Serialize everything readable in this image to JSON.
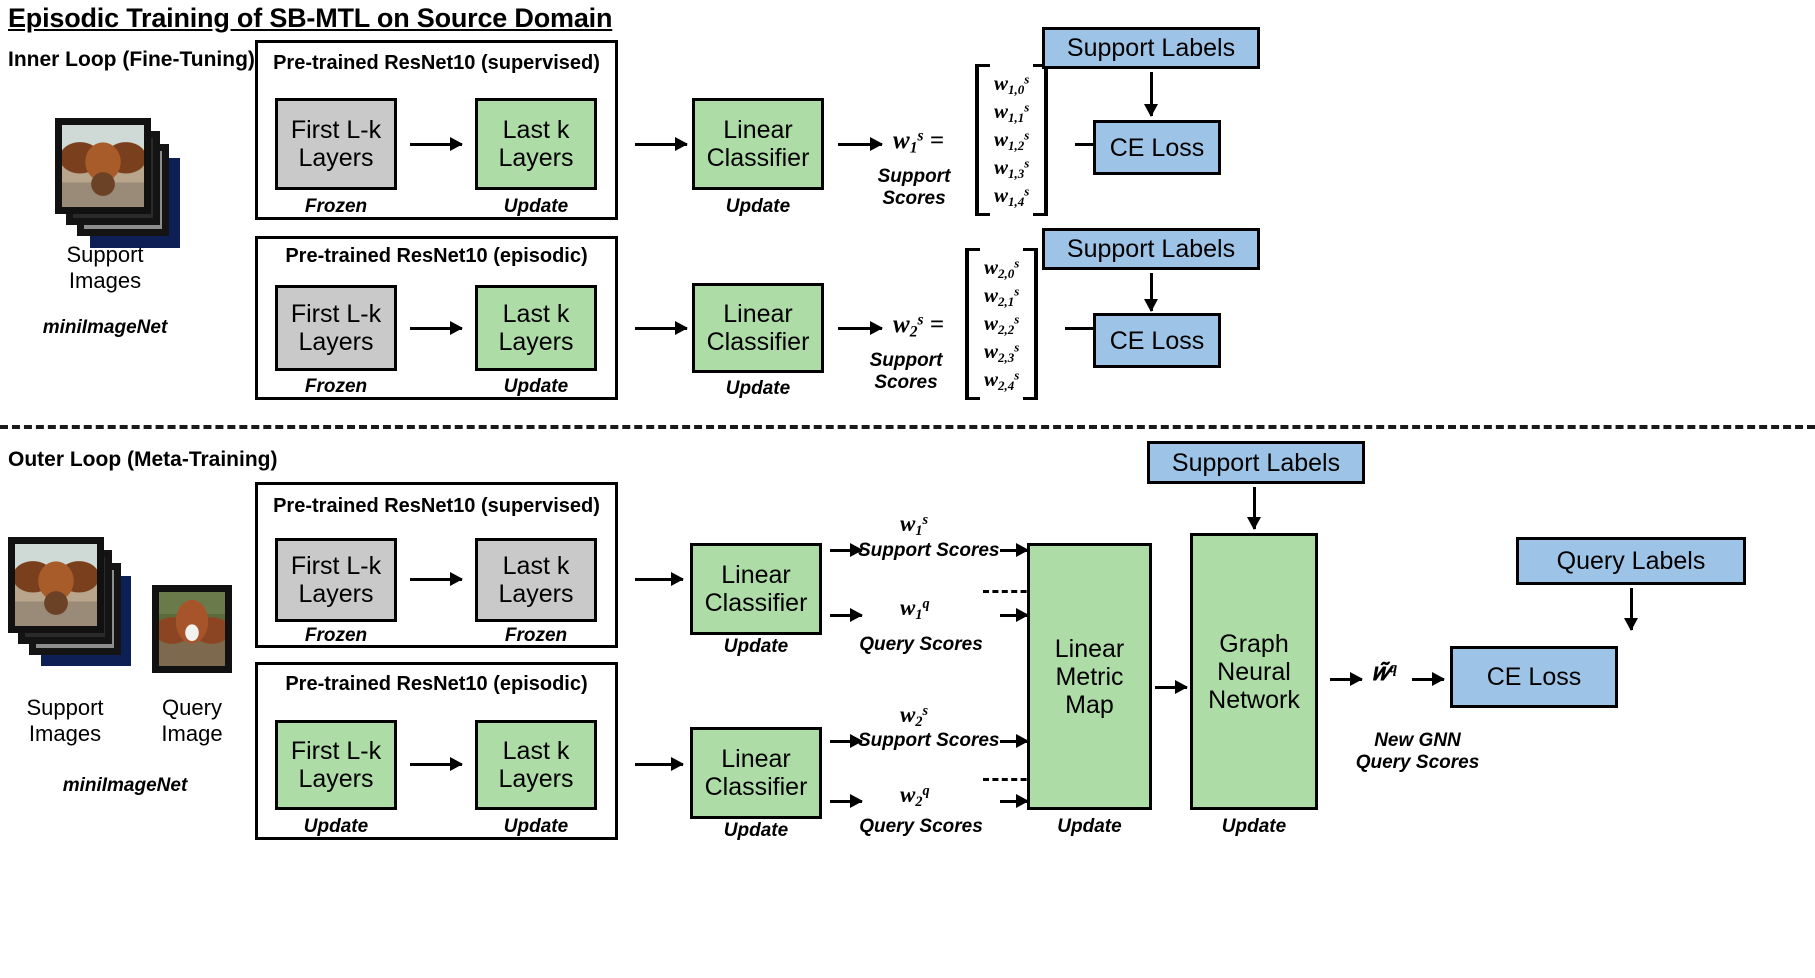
{
  "title": "Episodic Training of SB-MTL on Source Domain",
  "sections": {
    "inner": {
      "label": "Inner Loop (Fine-Tuning)",
      "dataset": {
        "support_caption": "Support\nImages",
        "support_caption_line1": "Support",
        "support_caption_line2": "Images",
        "dataset_name": "miniImageNet"
      },
      "branches": [
        {
          "panel_title": "Pre-trained ResNet10 (supervised)",
          "first_block": "First L-k\nLayers",
          "first_block_line1": "First L-k",
          "first_block_line2": "Layers",
          "first_block_state": "Frozen",
          "first_block_color": "gray",
          "last_block_line1": "Last k",
          "last_block_line2": "Layers",
          "last_block_state": "Update",
          "last_block_color": "green",
          "classifier_line1": "Linear",
          "classifier_line2": "Classifier",
          "classifier_state": "Update",
          "vector_symbol": "w",
          "vector_sub": "1",
          "vector_sup": "s",
          "vector_equals": "=",
          "vector_caption_line1": "Support",
          "vector_caption_line2": "Scores",
          "matrix_rows": [
            "w1,0s",
            "w1,1s",
            "w1,2s",
            "w1,3s",
            "w1,4s"
          ],
          "matrix_base": "w",
          "matrix_subs": [
            "1,0",
            "1,1",
            "1,2",
            "1,3",
            "1,4"
          ],
          "matrix_sup": "s",
          "labels_box": "Support Labels",
          "loss_box": "CE Loss"
        },
        {
          "panel_title": "Pre-trained ResNet10 (episodic)",
          "first_block_line1": "First L-k",
          "first_block_line2": "Layers",
          "first_block_state": "Frozen",
          "first_block_color": "gray",
          "last_block_line1": "Last k",
          "last_block_line2": "Layers",
          "last_block_state": "Update",
          "last_block_color": "green",
          "classifier_line1": "Linear",
          "classifier_line2": "Classifier",
          "classifier_state": "Update",
          "vector_symbol": "w",
          "vector_sub": "2",
          "vector_sup": "s",
          "vector_equals": "=",
          "vector_caption_line1": "Support",
          "vector_caption_line2": "Scores",
          "matrix_base": "w",
          "matrix_subs": [
            "2,0",
            "2,1",
            "2,2",
            "2,3",
            "2,4"
          ],
          "matrix_sup": "s",
          "labels_box": "Support Labels",
          "loss_box": "CE Loss"
        }
      ]
    },
    "outer": {
      "label": "Outer Loop (Meta-Training)",
      "dataset": {
        "support_caption_line1": "Support",
        "support_caption_line2": "Images",
        "query_caption_line1": "Query",
        "query_caption_line2": "Image",
        "dataset_name": "miniImageNet"
      },
      "branches": [
        {
          "panel_title": "Pre-trained ResNet10 (supervised)",
          "first_block_line1": "First L-k",
          "first_block_line2": "Layers",
          "first_block_state": "Frozen",
          "first_block_color": "gray",
          "last_block_line1": "Last k",
          "last_block_line2": "Layers",
          "last_block_state": "Frozen",
          "last_block_color": "gray",
          "classifier_line1": "Linear",
          "classifier_line2": "Classifier",
          "classifier_state": "Update",
          "support_symbol_base": "w",
          "support_symbol_sub": "1",
          "support_symbol_sup": "s",
          "support_score_label": "Support Scores",
          "query_symbol_base": "w",
          "query_symbol_sub": "1",
          "query_symbol_sup": "q",
          "query_score_label": "Query Scores"
        },
        {
          "panel_title": "Pre-trained ResNet10 (episodic)",
          "first_block_line1": "First L-k",
          "first_block_line2": "Layers",
          "first_block_state": "Update",
          "first_block_color": "green",
          "last_block_line1": "Last k",
          "last_block_line2": "Layers",
          "last_block_state": "Update",
          "last_block_color": "green",
          "classifier_line1": "Linear",
          "classifier_line2": "Classifier",
          "classifier_state": "Update",
          "support_symbol_base": "w",
          "support_symbol_sub": "2",
          "support_symbol_sup": "s",
          "support_score_label": "Support Scores",
          "query_symbol_base": "w",
          "query_symbol_sub": "2",
          "query_symbol_sup": "q",
          "query_score_label": "Query Scores"
        }
      ],
      "metric_map": {
        "line1": "Linear",
        "line2": "Metric",
        "line3": "Map",
        "state": "Update"
      },
      "gnn": {
        "line1": "Graph",
        "line2": "Neural",
        "line3": "Network",
        "state": "Update"
      },
      "support_labels_box": "Support Labels",
      "query_labels_box": "Query Labels",
      "loss_box": "CE Loss",
      "gnn_output_base": "w",
      "gnn_output_sup": "q",
      "gnn_output_caption_line1": "New GNN",
      "gnn_output_caption_line2": "Query Scores"
    }
  },
  "colors": {
    "green": "#AEDCA7",
    "gray": "#C9C9C9",
    "blue": "#9DC3E6",
    "stroke": "#000000",
    "background": "#FFFFFF"
  }
}
